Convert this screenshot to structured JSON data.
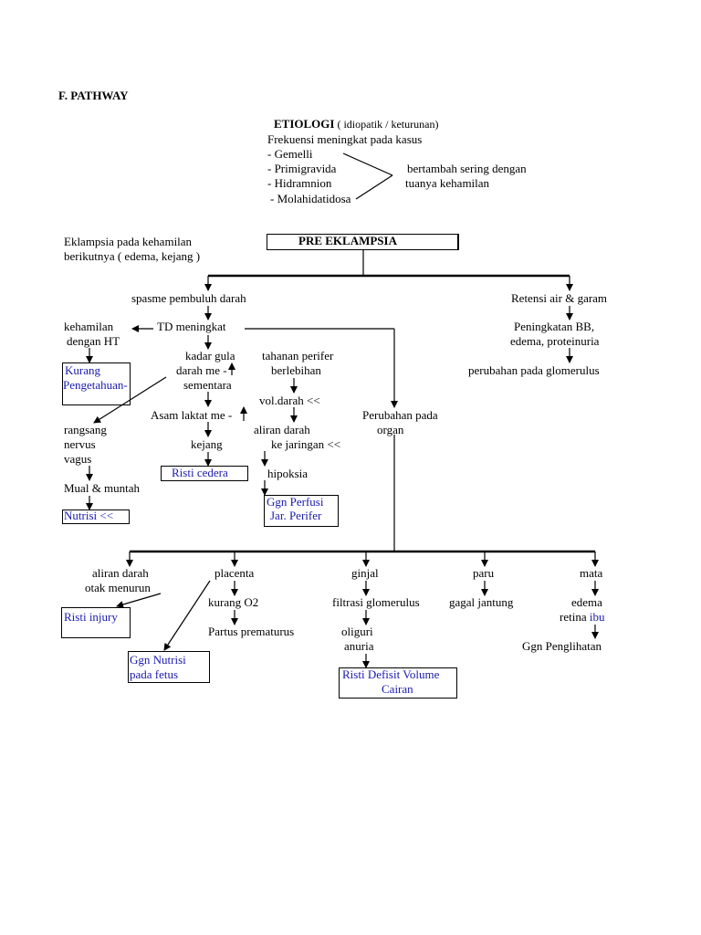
{
  "heading": "F. PATHWAY",
  "etiologi": {
    "title": "ETIOLOGI",
    "subtitle": " ( idiopatik / keturunan)",
    "line1": "Frekuensi meningkat pada kasus",
    "cases": [
      "- Gemelli",
      "- Primigravida",
      "- Hidramnion",
      "- Molahidatidosa"
    ],
    "note1": "bertambah sering dengan",
    "note2": "tuanya kehamilan"
  },
  "eklampsia": [
    "Eklampsia pada kehamilan",
    "berikutnya ( edema, kejang )"
  ],
  "pre_eklampsia": "PRE EKLAMPSIA",
  "left_branch": {
    "spasme": "spasme pembuluh darah",
    "td": "TD meningkat",
    "kehamilan": [
      "kehamilan",
      "dengan HT"
    ],
    "kurang": [
      "Kurang",
      "Pengetahuan-"
    ],
    "kadar": [
      "kadar gula",
      "darah me -",
      "sementara"
    ],
    "asam": "Asam laktat me -",
    "kejang": "kejang",
    "risti_cedera": "Risti cedera",
    "rangsang": [
      "rangsang",
      "nervus",
      "vagus"
    ],
    "mual": "Mual & muntah",
    "nutrisi": "Nutrisi <<",
    "tahanan": [
      "tahanan perifer",
      "berlebihan"
    ],
    "vol": "vol.darah <<",
    "aliran": [
      "aliran darah",
      "ke jaringan <<"
    ],
    "hipoksia": "hipoksia",
    "ggn_perfusi": [
      "Ggn Perfusi",
      "Jar. Perifer"
    ],
    "perubahan_organ": [
      "Perubahan pada",
      "organ"
    ]
  },
  "right_branch": {
    "retensi": "Retensi air & garam",
    "peningkatan": [
      "Peningkatan BB,",
      "edema, proteinuria"
    ],
    "glomerulus": "perubahan pada glomerulus"
  },
  "organs": {
    "otak": [
      "aliran darah",
      "otak menurun"
    ],
    "risti_injury": "Risti injury",
    "placenta": "placenta",
    "kurang_o2": "kurang O2",
    "partus": "Partus prematurus",
    "ggn_nutrisi": [
      "Ggn Nutrisi",
      "pada fetus"
    ],
    "ginjal": "ginjal",
    "filtrasi": "filtrasi glomerulus",
    "oliguri": [
      "oliguri",
      "anuria"
    ],
    "risti_defisit": [
      "Risti Defisit Volume",
      "Cairan"
    ],
    "paru": "paru",
    "gagal": "gagal jantung",
    "mata": "mata",
    "edema": "edema",
    "retina": "retina",
    "ibu": "ibu",
    "penglihatan": "Ggn Penglihatan"
  }
}
